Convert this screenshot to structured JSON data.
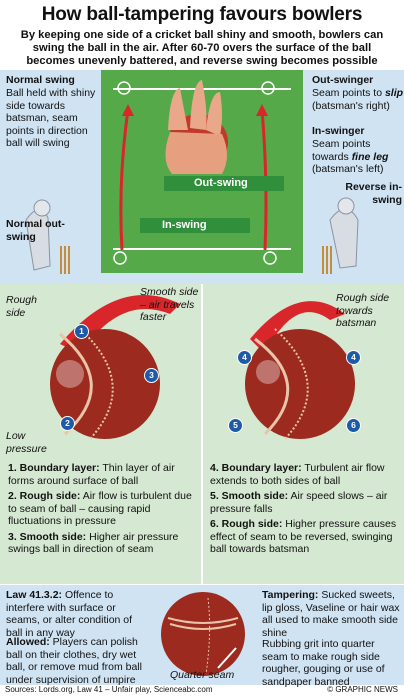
{
  "title": "How ball-tampering favours bowlers",
  "intro": "By keeping one side of a cricket ball shiny and smooth, bowlers can swing the ball in the air. After 60-70 overs the surface of the ball becomes unevenly battered, and reverse swing becomes possible",
  "top_left": {
    "heading": "Normal swing",
    "text": "Ball held with shiny side towards batsman, seam points in direction ball will swing",
    "label2": "Normal out-swing"
  },
  "top_right": {
    "out_heading": "Out-swinger",
    "out_text_a": "Seam points to",
    "out_text_em": "slip",
    "out_text_b": "(batsman's right)",
    "in_heading": "In-swinger",
    "in_text_a": "Seam points towards",
    "in_text_em": "fine leg",
    "in_text_b": "(batsman's left)",
    "label2": "Reverse in-swing"
  },
  "pitch": {
    "outswing": "Out-swing",
    "inswing": "In-swing"
  },
  "ball_left": {
    "rough": "Rough side",
    "smooth": "Smooth side – air travels faster",
    "low": "Low pressure"
  },
  "ball_right": {
    "rough": "Rough side towards batsman"
  },
  "markers": [
    "1",
    "2",
    "3",
    "4",
    "4",
    "5",
    "6"
  ],
  "left_points": [
    {
      "n": "1. Boundary layer:",
      "t": "Thin layer of air forms around surface of ball"
    },
    {
      "n": "2. Rough side:",
      "t": "Air flow is turbulent due to seam of ball – causing rapid fluctuations in pressure"
    },
    {
      "n": "3. Smooth side:",
      "t": "Higher air pressure swings ball in direction of seam"
    }
  ],
  "right_points": [
    {
      "n": "4. Boundary layer:",
      "t": "Turbulent air flow extends to both sides of ball"
    },
    {
      "n": "5. Smooth side:",
      "t": "Air speed slows – air pressure falls"
    },
    {
      "n": "6. Rough side:",
      "t": "Higher pressure causes effect of seam to be reversed, swinging ball towards batsman"
    }
  ],
  "law": {
    "h": "Law 41.3.2:",
    "t": "Offence to interfere with surface or seams, or alter condition of ball in any way"
  },
  "allowed": {
    "h": "Allowed:",
    "t": "Players can polish ball on their clothes, dry wet ball, or remove mud from ball under supervision of umpire"
  },
  "tampering": {
    "h": "Tampering:",
    "t": "Sucked sweets, lip gloss, Vaseline or hair wax all used to make smooth side shine"
  },
  "grit": "Rubbing grit into quarter seam to make rough side rougher, gouging or use of sandpaper banned",
  "quarter_seam": "Quarter seam",
  "sources": "Sources: Lords.org, Law 41 – Unfair play, Scienceabc.com",
  "copyright": "© GRAPHIC NEWS",
  "colors": {
    "pitch": "#56a948",
    "sky": "#cfe3f3",
    "ball": "#9c2a1e",
    "arrow": "#d8262b",
    "marker": "#1f5aa8"
  }
}
